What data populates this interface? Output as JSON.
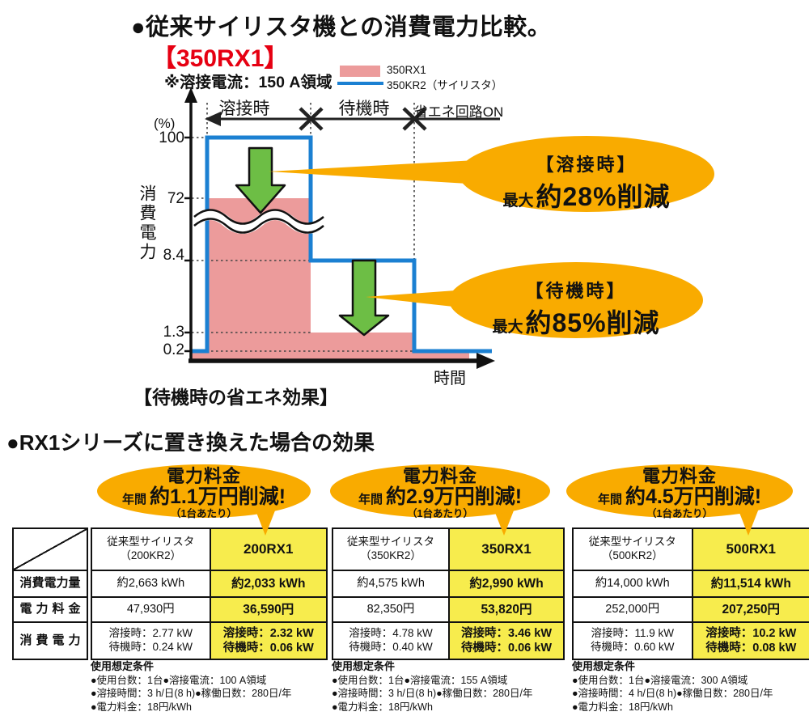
{
  "page": {
    "title": "●従来サイリスタ機との消費電力比較。",
    "model_tag": "【350RX1】"
  },
  "colors": {
    "accent_red": "#e60012",
    "rx1_pink": "#ec9b9b",
    "kr2_blue": "#1b80d2",
    "callout_orange": "#f9ab00",
    "highlight_yellow": "#f7ec4d",
    "arrow_green": "#6dbe45"
  },
  "legend": {
    "items": [
      {
        "label": "350RX1",
        "swatch": "pink-fill"
      },
      {
        "label": "350KR2（サイリスタ）",
        "swatch": "blue-line"
      }
    ]
  },
  "chart_data": {
    "type": "area",
    "title": "従来サイリスタ機との消費電力比較【350RX1】",
    "note": "※溶接電流：150 A領域",
    "y_unit": "(%)",
    "ylabel": "消費電力",
    "xlabel": "時間",
    "ylim": [
      0,
      100
    ],
    "yticks": [
      "100",
      "72",
      "8.4",
      "1.3",
      "0.2"
    ],
    "grid": "dotted guides at tick levels",
    "legend_position": "top-right",
    "phases": [
      "溶接時",
      "待機時",
      "省エネ回路ON"
    ],
    "series": [
      {
        "name": "350RX1",
        "style": "pink-area",
        "values_by_phase": [
          72,
          1.3,
          0.2
        ]
      },
      {
        "name": "350KR2（サイリスタ）",
        "style": "blue-line",
        "values_by_phase": [
          100,
          8.4,
          0.2
        ]
      }
    ],
    "annotations": [
      {
        "phase_label": "【溶接時】",
        "prefix": "最大",
        "value": "約28%削減"
      },
      {
        "phase_label": "【待機時】",
        "prefix": "最大",
        "value": "約85%削減"
      }
    ],
    "caption": "【待機時の省エネ効果】"
  },
  "comparison": {
    "section_title": "●RX1シリーズに置き換えた場合の効果",
    "row_labels": [
      "消費電力量",
      "電力料金",
      "消費電力"
    ],
    "tables": [
      {
        "badge": {
          "title": "電力料金",
          "period": "年間",
          "amount": "約1.1万円削減!",
          "unit_note": "（1台あたり）"
        },
        "old_name_1": "従来型サイリスタ",
        "old_name_2": "（200KR2）",
        "new_name": "200RX1",
        "energy_old": "約2,663 kWh",
        "energy_new": "約2,033 kWh",
        "cost_old": "47,930円",
        "cost_new": "36,590円",
        "kw_old_weld": "溶接時：2.77 kW",
        "kw_old_stby": "待機時：0.24 kW",
        "kw_new_weld": "溶接時：2.32 kW",
        "kw_new_stby": "待機時：0.06 kW",
        "cond_title": "使用想定条件",
        "cond_lines": [
          "●使用台数：1台●溶接電流：100 A領域",
          "●溶接時間：3 h/日(8 h)●稼働日数：280日/年",
          "●電力料金：18円/kWh"
        ]
      },
      {
        "badge": {
          "title": "電力料金",
          "period": "年間",
          "amount": "約2.9万円削減!",
          "unit_note": "（1台あたり）"
        },
        "old_name_1": "従来型サイリスタ",
        "old_name_2": "（350KR2）",
        "new_name": "350RX1",
        "energy_old": "約4,575 kWh",
        "energy_new": "約2,990 kWh",
        "cost_old": "82,350円",
        "cost_new": "53,820円",
        "kw_old_weld": "溶接時：4.78 kW",
        "kw_old_stby": "待機時：0.40 kW",
        "kw_new_weld": "溶接時：3.46 kW",
        "kw_new_stby": "待機時：0.06 kW",
        "cond_title": "使用想定条件",
        "cond_lines": [
          "●使用台数：1台●溶接電流：155 A領域",
          "●溶接時間：3 h/日(8 h)●稼働日数：280日/年",
          "●電力料金：18円/kWh"
        ]
      },
      {
        "badge": {
          "title": "電力料金",
          "period": "年間",
          "amount": "約4.5万円削減!",
          "unit_note": "（1台あたり）"
        },
        "old_name_1": "従来型サイリスタ",
        "old_name_2": "（500KR2）",
        "new_name": "500RX1",
        "energy_old": "約14,000 kWh",
        "energy_new": "約11,514 kWh",
        "cost_old": "252,000円",
        "cost_new": "207,250円",
        "kw_old_weld": "溶接時：11.9 kW",
        "kw_old_stby": "待機時：0.60 kW",
        "kw_new_weld": "溶接時：10.2 kW",
        "kw_new_stby": "待機時：0.08 kW",
        "cond_title": "使用想定条件",
        "cond_lines": [
          "●使用台数：1台●溶接電流：300 A領域",
          "●溶接時間：4 h/日(8 h)●稼働日数：280日/年",
          "●電力料金：18円/kWh"
        ]
      }
    ]
  }
}
